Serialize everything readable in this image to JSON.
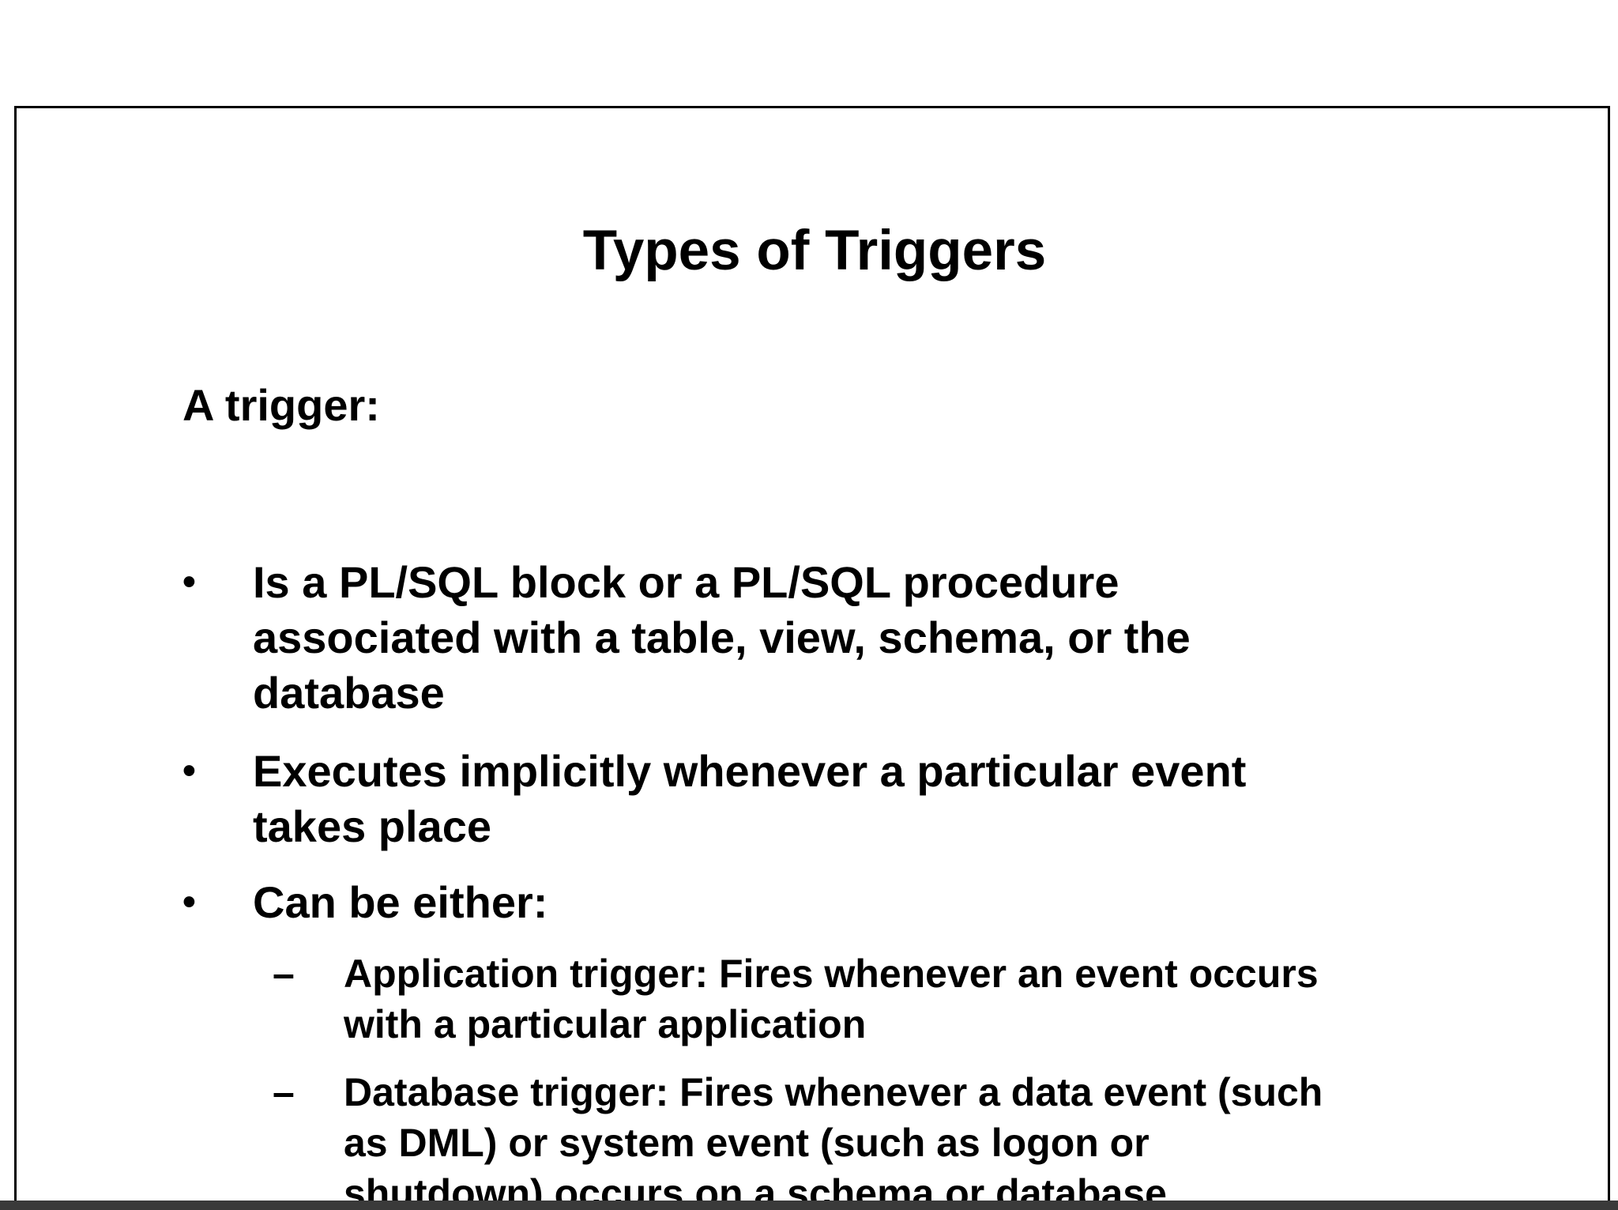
{
  "slide": {
    "title": "Types of Triggers",
    "intro": "A trigger:",
    "bullet_symbol": "•",
    "sub_symbol": "–",
    "bullets": [
      {
        "text": "Is a PL/SQL block or a PL/SQL procedure\nassociated with a table, view, schema, or the\ndatabase"
      },
      {
        "text": "Executes implicitly whenever a particular event\ntakes place"
      },
      {
        "text": "Can be either:"
      }
    ],
    "sub_bullets": [
      {
        "text": "Application trigger: Fires whenever an event occurs\nwith a particular application"
      },
      {
        "text": "Database trigger: Fires whenever a data event (such\nas DML) or system event (such as logon or\nshutdown) occurs on a schema or database"
      }
    ]
  }
}
